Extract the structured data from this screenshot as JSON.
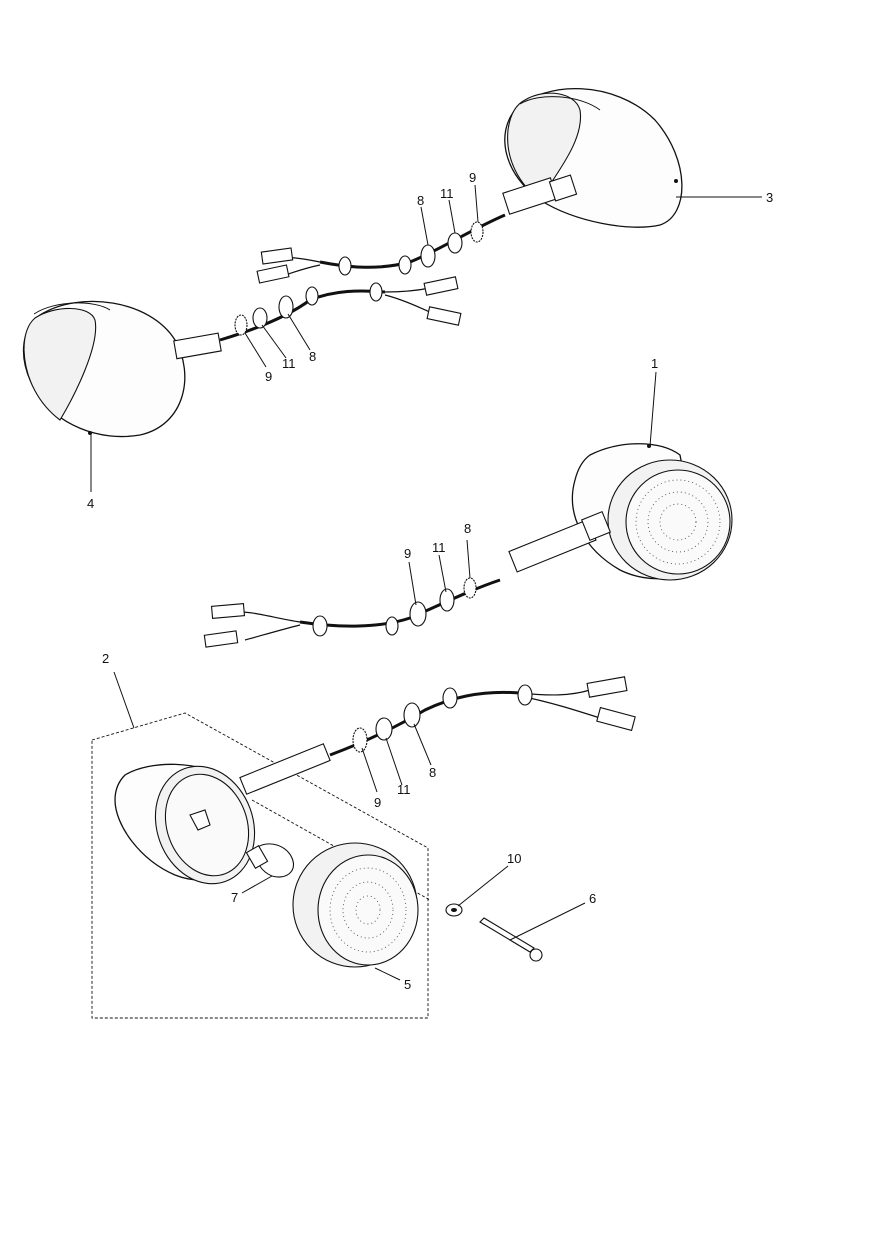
{
  "callouts": [
    {
      "id": "c1",
      "text": "1"
    },
    {
      "id": "c2",
      "text": "2"
    },
    {
      "id": "c3",
      "text": "3"
    },
    {
      "id": "c4",
      "text": "4"
    },
    {
      "id": "c5",
      "text": "5"
    },
    {
      "id": "c6",
      "text": "6"
    },
    {
      "id": "c7",
      "text": "7"
    },
    {
      "id": "c8a",
      "text": "8"
    },
    {
      "id": "c11a",
      "text": "11"
    },
    {
      "id": "c9a",
      "text": "9"
    },
    {
      "id": "c9b",
      "text": "9"
    },
    {
      "id": "c11b",
      "text": "11"
    },
    {
      "id": "c8b",
      "text": "8"
    },
    {
      "id": "c9c",
      "text": "9"
    },
    {
      "id": "c11c",
      "text": "11"
    },
    {
      "id": "c8c",
      "text": "8"
    },
    {
      "id": "c9d",
      "text": "9"
    },
    {
      "id": "c11d",
      "text": "11"
    },
    {
      "id": "c8d",
      "text": "8"
    },
    {
      "id": "c10",
      "text": "10"
    }
  ]
}
